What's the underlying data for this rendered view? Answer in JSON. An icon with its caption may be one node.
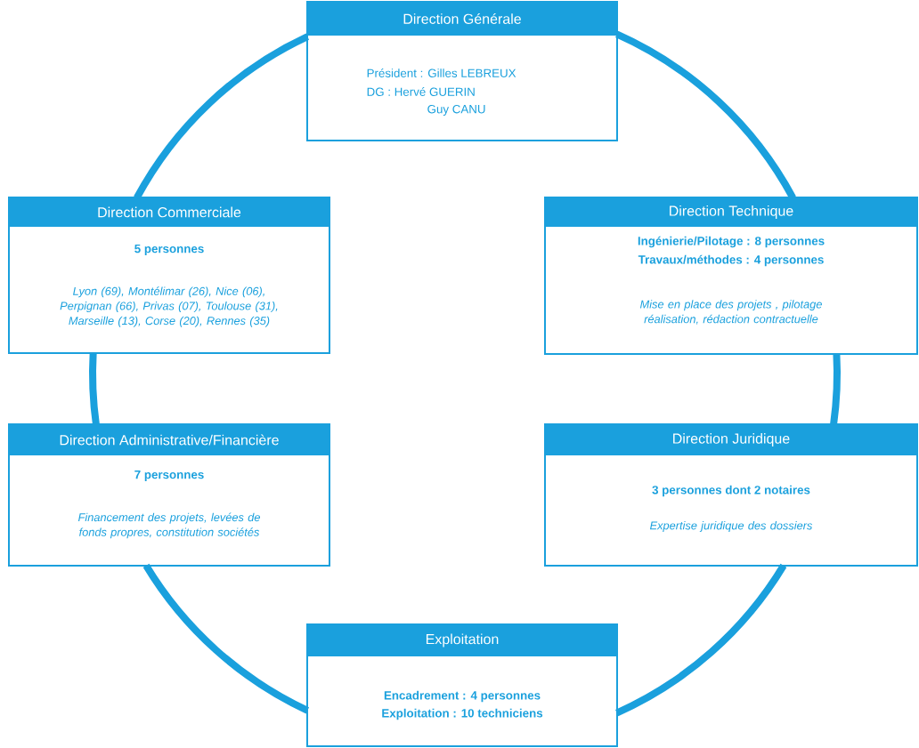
{
  "diagram": {
    "nodes": [
      {
        "text": [
          "Direction Générale",
          "Président : Gilles LEBREUX",
          "DG : Hervé GUERIN",
          "Guy CANU"
        ]
      },
      {
        "text": [
          "Direction Commerciale",
          "5 personnes",
          "Lyon (69), Montélimar (26), Nice (06), Perpignan (66), Privas (07), Toulouse (31), Marseille (13), Corse (20), Rennes (35)"
        ]
      },
      {
        "text": [
          "Direction Technique",
          "Ingénierie/Pilotage : 8 personnes",
          "Travaux/méthodes : 4 personnes",
          "Mise en place des projets , pilotage réalisation, rédaction contractuelle"
        ]
      },
      {
        "text": [
          "Direction Administrative/Financière",
          "7 personnes",
          "Financement des projets, levées de fonds propres, constitution sociétés"
        ]
      },
      {
        "text": [
          "Direction Juridique",
          "3 personnes dont 2 notaires",
          "Expertise juridique des dossiers"
        ]
      },
      {
        "text": [
          "Exploitation",
          "Encadrement : 4 personnes",
          "Exploitation : 10 techniciens"
        ]
      }
    ],
    "edges": [
      {
        "from": 0,
        "to": 1,
        "arrow": "none"
      },
      {
        "from": 0,
        "to": 2,
        "arrow": "none"
      },
      {
        "from": 1,
        "to": 3,
        "arrow": "none"
      },
      {
        "from": 2,
        "to": 4,
        "arrow": "none"
      },
      {
        "from": 3,
        "to": 5,
        "arrow": "none"
      },
      {
        "from": 4,
        "to": 5,
        "arrow": "none"
      }
    ]
  }
}
